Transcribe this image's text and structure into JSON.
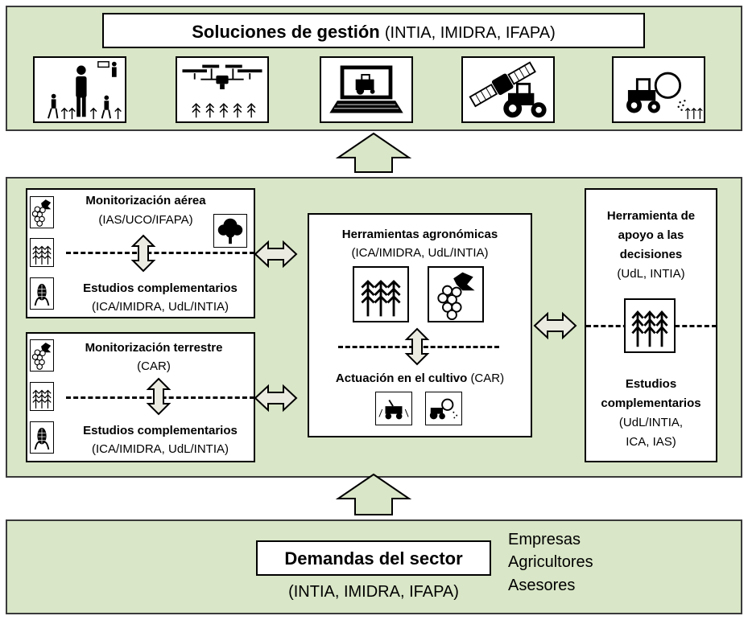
{
  "top": {
    "title": "Soluciones de gestión",
    "title_orgs": "(INTIA, IMIDRA, IFAPA)",
    "icons": [
      "people-field-icon",
      "drone-icon",
      "laptop-tractor-icon",
      "satellite-tractor-icon",
      "sprayer-tractor-icon"
    ]
  },
  "aerial": {
    "title": "Monitorización aérea",
    "orgs": "(IAS/UCO/IFAPA)",
    "studies_title": "Estudios complementarios",
    "studies_orgs": "(ICA/IMIDRA, UdL/INTIA)"
  },
  "terrestrial": {
    "title": "Monitorización terrestre",
    "orgs": "(CAR)",
    "studies_title": "Estudios complementarios",
    "studies_orgs": "(ICA/IMIDRA, UdL/INTIA)"
  },
  "agro": {
    "title": "Herramientas agronómicas",
    "orgs": "(ICA/IMIDRA, UdL/INTIA)",
    "action_title": "Actuación en el cultivo",
    "action_orgs": "(CAR)"
  },
  "dss": {
    "title_l1": "Herramienta de",
    "title_l2": "apoyo a las",
    "title_l3": "decisiones",
    "orgs": "(UdL, INTIA)",
    "studies_l1": "Estudios",
    "studies_l2": "complementarios",
    "studies_orgs_l1": "(UdL/INTIA,",
    "studies_orgs_l2": "ICA, IAS)"
  },
  "bottom": {
    "title": "Demandas del sector",
    "orgs": "(INTIA, IMIDRA, IFAPA)",
    "stakeholders": [
      "Empresas",
      "Agricultores",
      "Asesores"
    ]
  },
  "colors": {
    "band": "#d9e6c7",
    "arrow_fill": "#d9e6c7",
    "dbl_arrow_fill": "#ecebe2",
    "border": "#000000"
  }
}
